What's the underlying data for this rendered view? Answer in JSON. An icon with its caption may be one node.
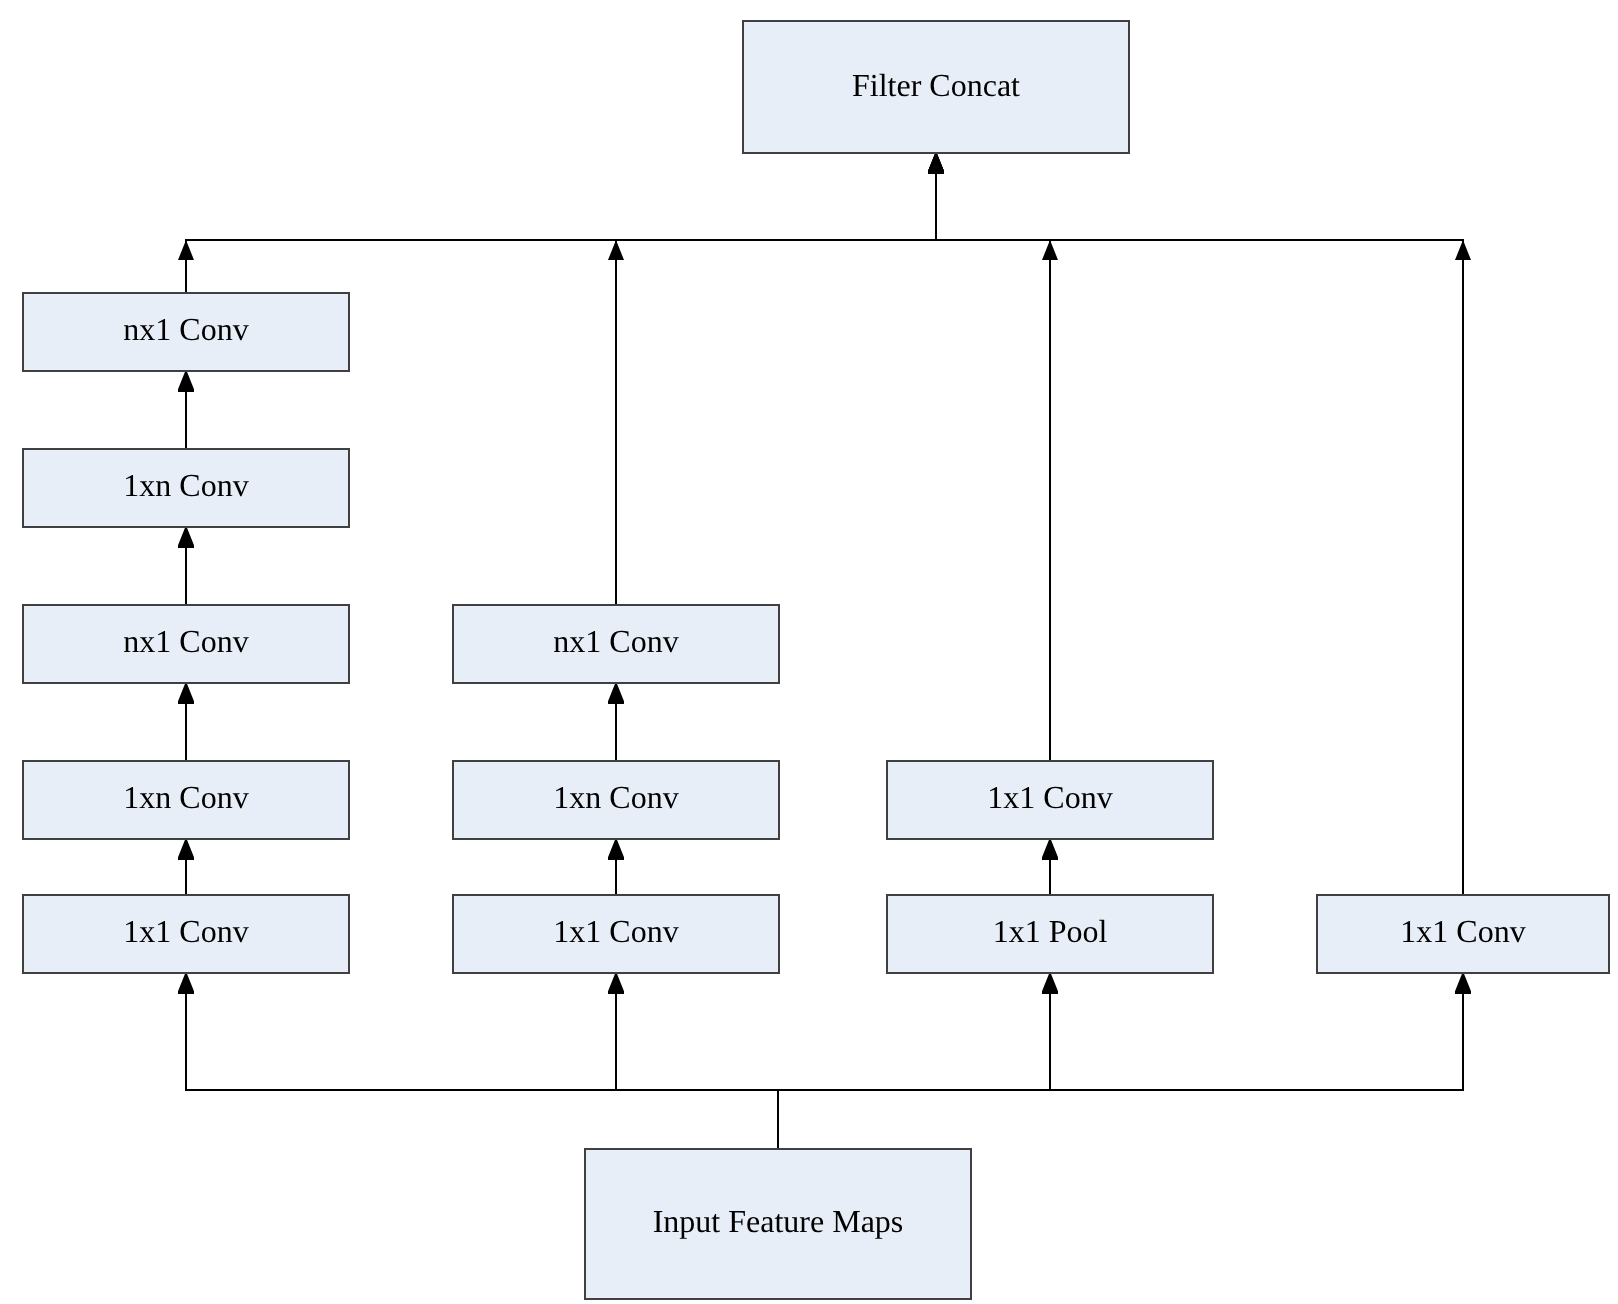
{
  "diagram": {
    "nodes": [
      {
        "text": [
          "Filter Concat"
        ]
      },
      {
        "text": [
          "nx1 Conv"
        ]
      },
      {
        "text": [
          "1xn Conv"
        ]
      },
      {
        "text": [
          "nx1 Conv"
        ]
      },
      {
        "text": [
          "nx1 Conv"
        ]
      },
      {
        "text": [
          "1xn Conv"
        ]
      },
      {
        "text": [
          "1xn Conv"
        ]
      },
      {
        "text": [
          "1x1 Conv"
        ]
      },
      {
        "text": [
          "1x1 Conv"
        ]
      },
      {
        "text": [
          "1x1 Conv"
        ]
      },
      {
        "text": [
          "1x1 Pool"
        ]
      },
      {
        "text": [
          "1x1 Conv"
        ]
      },
      {
        "text": [
          "Input Feature Maps"
        ]
      }
    ],
    "edges": [
      {
        "from": 12,
        "to": 8,
        "arrow": "to"
      },
      {
        "from": 12,
        "to": 9,
        "arrow": "to"
      },
      {
        "from": 12,
        "to": 10,
        "arrow": "to"
      },
      {
        "from": 12,
        "to": 11,
        "arrow": "to"
      },
      {
        "from": 8,
        "to": 5,
        "arrow": "to"
      },
      {
        "from": 5,
        "to": 3,
        "arrow": "to"
      },
      {
        "from": 3,
        "to": 2,
        "arrow": "to"
      },
      {
        "from": 2,
        "to": 1,
        "arrow": "to"
      },
      {
        "from": 9,
        "to": 6,
        "arrow": "to"
      },
      {
        "from": 6,
        "to": 4,
        "arrow": "to"
      },
      {
        "from": 10,
        "to": 7,
        "arrow": "to"
      },
      {
        "from": 1,
        "to": 0,
        "arrow": "to"
      },
      {
        "from": 4,
        "to": 0,
        "arrow": "to"
      },
      {
        "from": 7,
        "to": 0,
        "arrow": "to"
      },
      {
        "from": 11,
        "to": 0,
        "arrow": "to"
      }
    ]
  }
}
